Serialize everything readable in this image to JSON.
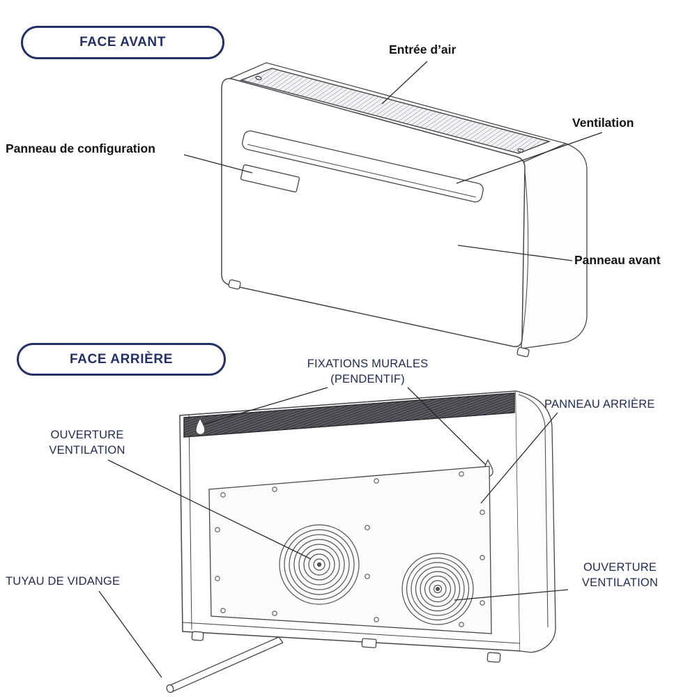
{
  "colors": {
    "accent_navy": "#253069",
    "front_label_color": "#13131a",
    "rear_label_color": "#1e2a55",
    "drawing_line": "#46464c"
  },
  "front_section": {
    "badge": "FACE AVANT",
    "labels": {
      "air_inlet": "Entrée d’air",
      "ventilation": "Ventilation",
      "config_panel": "Panneau de configuration",
      "front_panel": "Panneau avant"
    }
  },
  "rear_section": {
    "badge": "FACE ARRIÈRE",
    "labels": {
      "wall_fixings_line1": "FIXATIONS MURALES",
      "wall_fixings_line2": "(PENDENTIF)",
      "rear_panel": "PANNEAU ARRIÈRE",
      "vent_left_line1": "OUVERTURE",
      "vent_left_line2": "VENTILATION",
      "vent_right_line1": "OUVERTURE",
      "vent_right_line2": "VENTILATION",
      "drain_hose": "TUYAU DE VIDANGE"
    }
  }
}
